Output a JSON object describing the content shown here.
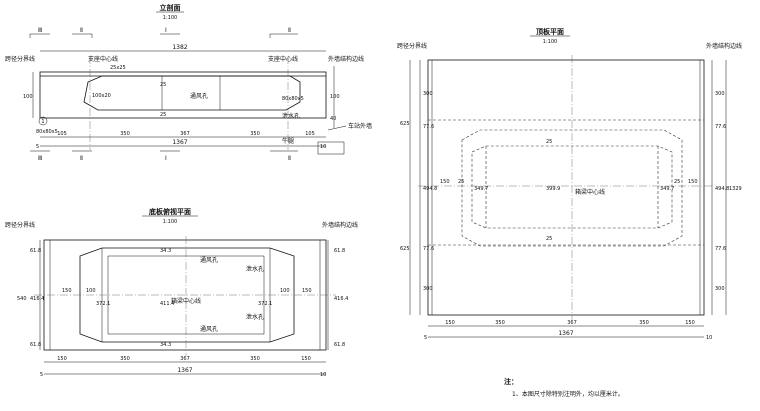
{
  "elevation": {
    "title": "立剖面",
    "scale": "1:100",
    "sec_marks": [
      "Ⅲ",
      "Ⅱ",
      "Ⅰ",
      "Ⅱ",
      "Ⅲ",
      "Ⅱ",
      "Ⅰ",
      "Ⅱ"
    ],
    "labels": {
      "span_line": "跨径分界线",
      "support_center_left": "支座中心线",
      "support_center_right": "支座中心线",
      "outer_wall_line": "外墙结构边线",
      "vent_hole": "通风孔",
      "drain_hole": "泄水孔",
      "station_wall": "车站外墙",
      "cow_leg": "牛腿",
      "chamfer_top": "25x25",
      "chamfer_left": "100x20",
      "chamfer_right": "80x80x5",
      "chamfer_bottom": "80x80x5",
      "circle_no": "1"
    },
    "dims": {
      "overall": "1382",
      "height_left": "100",
      "height_right": "100",
      "right_small": "40",
      "mid_v1": "25",
      "mid_v2": "25",
      "bottom_segments": [
        "105",
        "350",
        "367",
        "350",
        "105"
      ],
      "bottom_total": "1367",
      "end_left": "5",
      "end_right": "10"
    }
  },
  "bottom_plan": {
    "title": "底板俯视平面",
    "scale": "1:100",
    "labels": {
      "span_line": "跨径分界线",
      "outer_wall_line": "外墙结构边线",
      "center_line": "箱梁中心线",
      "vent_top": "通风孔",
      "vent_bottom": "通风孔",
      "drain_top": "泄水孔",
      "drain_bottom": "泄水孔"
    },
    "dims": {
      "left_v": [
        "61.8",
        "416.4",
        "61.8"
      ],
      "right_v": [
        "61.8",
        "416.4",
        "61.8"
      ],
      "total_h": "540",
      "inner_left": "372.1",
      "inner_mid": "411.4",
      "inner_right": "372.1",
      "mid_top": "34.3",
      "mid_bottom": "34.3",
      "horiz_left": [
        "150",
        "100"
      ],
      "horiz_right": [
        "100",
        "150"
      ],
      "bottom_segments": [
        "150",
        "350",
        "367",
        "350",
        "150"
      ],
      "bottom_total": "1367",
      "end_left": "5",
      "end_right": "10"
    }
  },
  "top_plan": {
    "title": "顶板平面",
    "scale": "1:100",
    "labels": {
      "span_line": "跨径分界线",
      "outer_wall_line": "外墙结构边线",
      "center_line": "箱梁中心线"
    },
    "dims": {
      "left_outer": [
        "625",
        "625"
      ],
      "left_inner": [
        "300",
        "77.6",
        "494.8",
        "77.6",
        "300"
      ],
      "right_inner": [
        "300",
        "77.6",
        "494.8",
        "77.6",
        "300"
      ],
      "right_total": "1329",
      "horiz_left": [
        "150",
        "25"
      ],
      "horiz_right": [
        "25",
        "150"
      ],
      "v_left_inner": "349.7",
      "v_mid": "399.9",
      "v_right_inner": "349.7",
      "mid_small_top": "25",
      "mid_small_bottom": "25",
      "bottom_segments": [
        "150",
        "350",
        "367",
        "350",
        "150"
      ],
      "bottom_total": "1367",
      "end_left": "5",
      "end_right": "10"
    }
  },
  "notes": {
    "heading": "注：",
    "items": [
      "1、本图尺寸除特别注明外，均以厘米计。"
    ]
  }
}
